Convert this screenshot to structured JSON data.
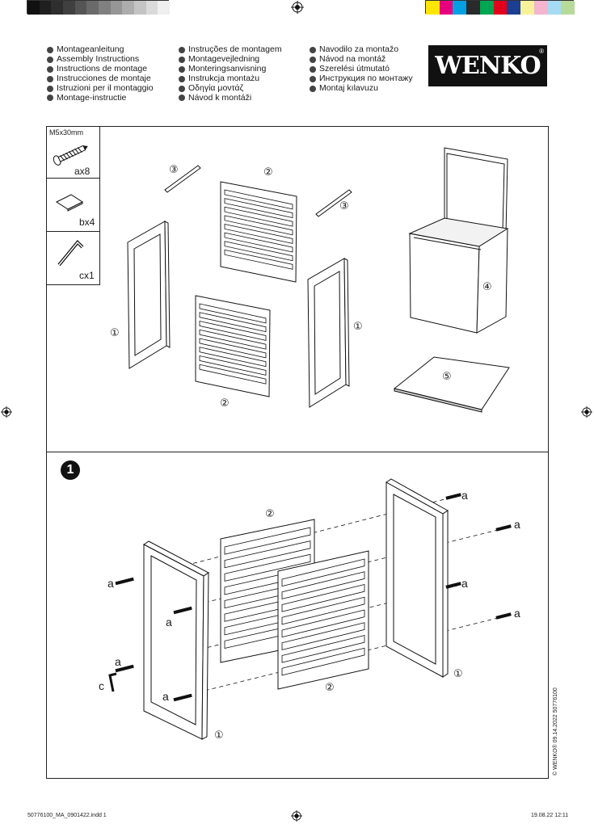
{
  "color_bar": {
    "grays": [
      "#111111",
      "#1f1f1f",
      "#2e2e2e",
      "#404040",
      "#555555",
      "#6a6a6a",
      "#808080",
      "#969696",
      "#adadad",
      "#c4c4c4",
      "#dadada",
      "#efefef"
    ],
    "colors": [
      "#ffe600",
      "#e6007e",
      "#00a0e3",
      "#2a2a2a",
      "#00a651",
      "#e2001a",
      "#1c3f94",
      "#f7f29a",
      "#f5b4cf",
      "#a6dcf3",
      "#b7d99a"
    ]
  },
  "languages": {
    "col1": [
      "Montageanleitung",
      "Assembly Instructions",
      "Instructions de montage",
      "Instrucciones de montaje",
      "Istruzioni per il montaggio",
      "Montage-instructie"
    ],
    "col2": [
      "Instruções de montagem",
      "Montagevejledning",
      "Monteringsanvisning",
      "Instrukcja montażu",
      "Οδηγία μοντάζ",
      "Návod k montáži"
    ],
    "col3": [
      "Navodilo za montažo",
      "Návod na montáž",
      "Szerelési útmutató",
      "Инструкция по монтажу",
      "Montaj kılavuzu"
    ]
  },
  "logo": {
    "text": "WENKO",
    "reg": "®"
  },
  "parts": {
    "screw_size": "M5x30mm",
    "screw_qty": "ax8",
    "pad_qty": "bx4",
    "key_qty": "cx1",
    "labels": {
      "p1": "①",
      "p2": "②",
      "p3": "③",
      "p4": "④",
      "p5": "⑤"
    }
  },
  "step": {
    "number": "1",
    "label_a": "a",
    "label_c": "c"
  },
  "footer": {
    "file": "50776100_MA_0901422.indd   1",
    "date": "19.08.22   12:11",
    "copyright": "© WENKO® 09.14.2022   50776100"
  }
}
